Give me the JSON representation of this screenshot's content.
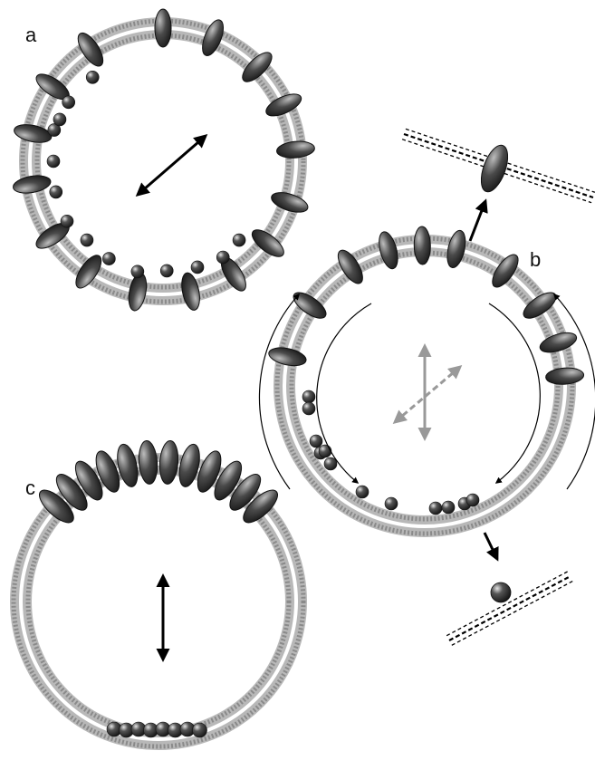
{
  "figure": {
    "panels": [
      {
        "id": "a",
        "label": "a",
        "protein_count": 16,
        "particle_count": 14,
        "arrow_style": "double-headed-diagonal-black"
      },
      {
        "id": "b",
        "label": "b",
        "protein_count": 10,
        "particle_count": 12,
        "arrow_style": "double-headed-cross-gray"
      },
      {
        "id": "c",
        "label": "c",
        "protein_count": 12,
        "particle_count": 8,
        "arrow_style": "double-headed-vertical-black"
      }
    ],
    "colors": {
      "membrane": "#b8b8b8",
      "membrane_core": "#ffffff",
      "protein_dark": "#1e1e1e",
      "protein_light": "#9a9a9a",
      "arrow": "#000000",
      "arrow_gray": "#9a9a9a"
    }
  }
}
